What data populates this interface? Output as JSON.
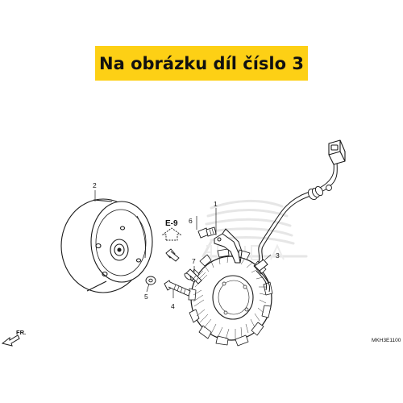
{
  "banner": {
    "text": "Na obrázku díl číslo 3",
    "background": "#fdd015"
  },
  "callouts": {
    "flywheel": "2",
    "stator": "3",
    "washer": "5",
    "bolt_long": "4",
    "bolt_flange": "7",
    "bolt_clamp": "6",
    "clamp": "1"
  },
  "reference": {
    "label": "E-9"
  },
  "direction": {
    "label": "FR."
  },
  "diagram_code": "MKH3E1100",
  "watermark": {
    "icon": "honda-wing-logo"
  }
}
